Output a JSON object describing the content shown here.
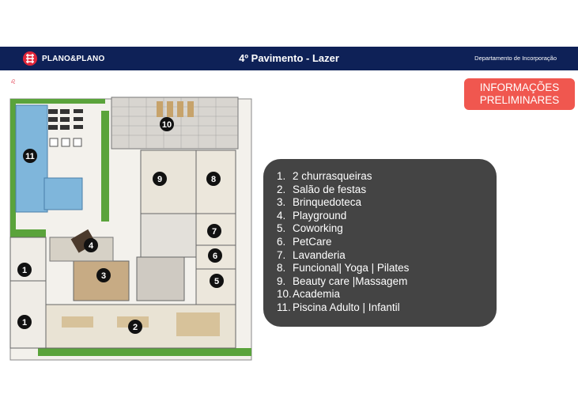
{
  "header": {
    "logo_text": "PLANO&PLANO",
    "title": "4º Pavimento - Lazer",
    "department": "Departamento de Incorporação"
  },
  "notice": {
    "line1": "INFORMAÇÕES",
    "line2": "PRELIMINARES"
  },
  "plan_markers": [
    "1",
    "2",
    "3",
    "4",
    "5",
    "6",
    "7",
    "8",
    "9",
    "10",
    "11"
  ],
  "legend": [
    {
      "num": "1.",
      "label": "2 churrasqueiras"
    },
    {
      "num": "2.",
      "label": "Salão de festas"
    },
    {
      "num": "3.",
      "label": "Brinquedoteca"
    },
    {
      "num": "4.",
      "label": "Playground"
    },
    {
      "num": "5.",
      "label": "Coworking"
    },
    {
      "num": "6.",
      "label": "PetCare"
    },
    {
      "num": "7.",
      "label": "Lavanderia"
    },
    {
      "num": "8.",
      "label": "Funcional| Yoga | Pilates"
    },
    {
      "num": "9.",
      "label": "Beauty care |Massagem"
    },
    {
      "num": "10.",
      "label": "Academia"
    },
    {
      "num": "11.",
      "label": "Piscina Adulto | Infantil"
    }
  ],
  "colors": {
    "header_bg": "#0e2157",
    "notice_bg": "#f0574f",
    "legend_bg": "#444444",
    "logo_red": "#e0263a"
  }
}
